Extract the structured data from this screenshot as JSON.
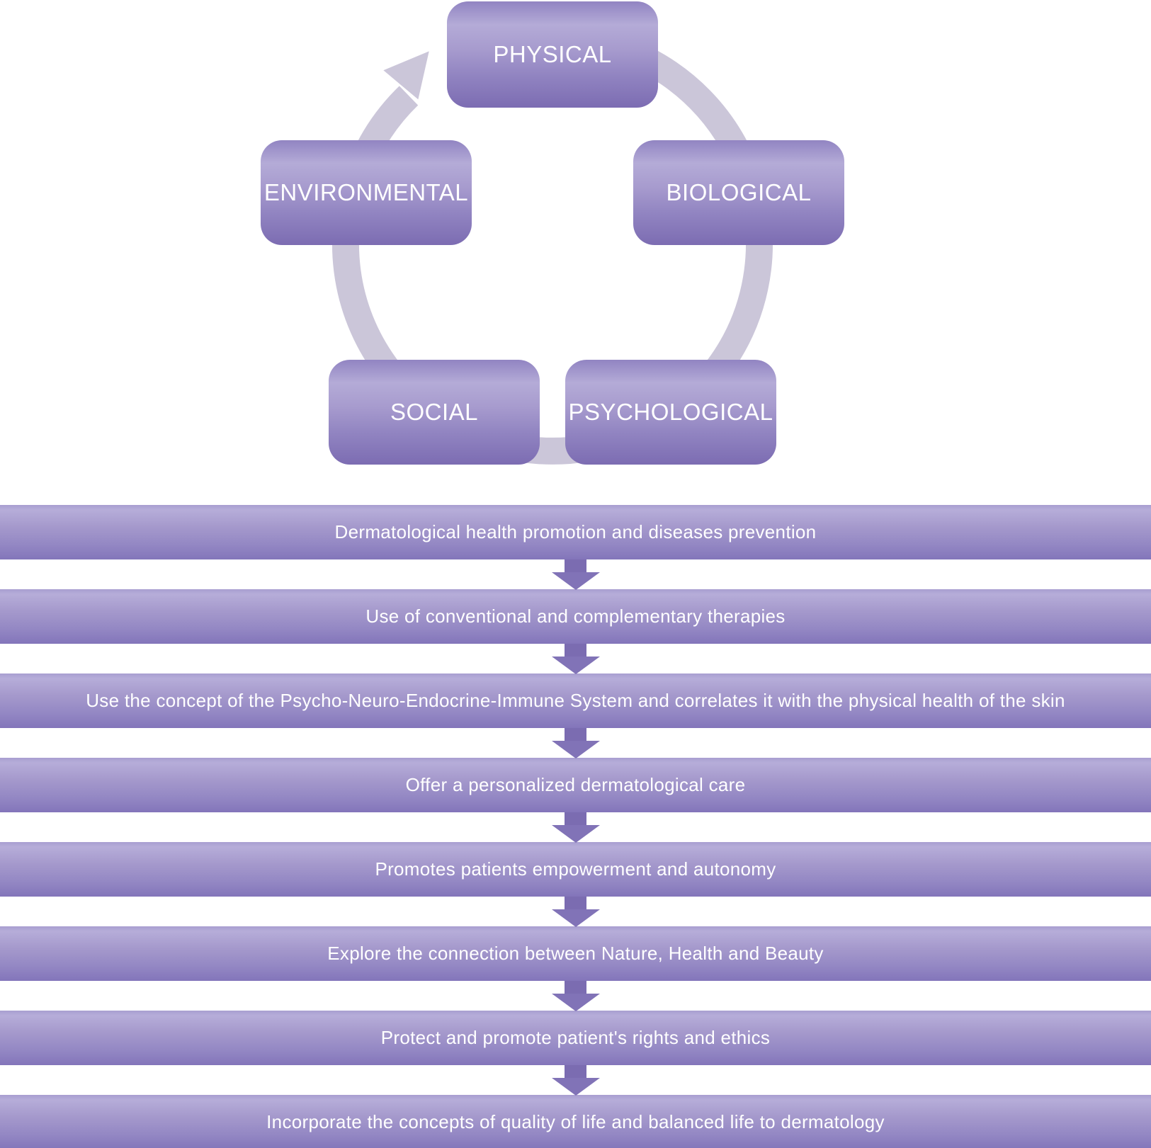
{
  "title": "Holistic dermatology cycle and principles diagram",
  "cycle": {
    "nodes": [
      {
        "label": "PHYSICAL"
      },
      {
        "label": "ENVIRONMENTAL"
      },
      {
        "label": "BIOLOGICAL"
      },
      {
        "label": "SOCIAL"
      },
      {
        "label": "PSYCHOLOGICAL"
      }
    ],
    "ring_direction": "clockwise",
    "colors": {
      "ring": "#cbc6d9",
      "node_gradient_top": "#9184c2",
      "node_gradient_light": "#b4abd7",
      "node_gradient_bottom": "#7c6cb2",
      "node_text": "#ffffff"
    }
  },
  "flow": {
    "steps": [
      {
        "text": "Dermatological health promotion and diseases prevention"
      },
      {
        "text": "Use  of conventional and complementary therapies"
      },
      {
        "text": "Use the concept of the Psycho-Neuro-Endocrine-Immune System and correlates it with the physical health of the skin"
      },
      {
        "text": "Offer a personalized dermatological care"
      },
      {
        "text": "Promotes patients empowerment and autonomy"
      },
      {
        "text": "Explore the connection between Nature, Health and Beauty"
      },
      {
        "text": "Protect and promote patient's rights and ethics"
      },
      {
        "text": "Incorporate the concepts of quality of life and balanced life to dermatology"
      }
    ],
    "colors": {
      "bar_gradient_top": "#b6add9",
      "bar_gradient_bottom": "#8375ba",
      "arrow": "#8173b7",
      "bar_text": "#ffffff"
    }
  }
}
